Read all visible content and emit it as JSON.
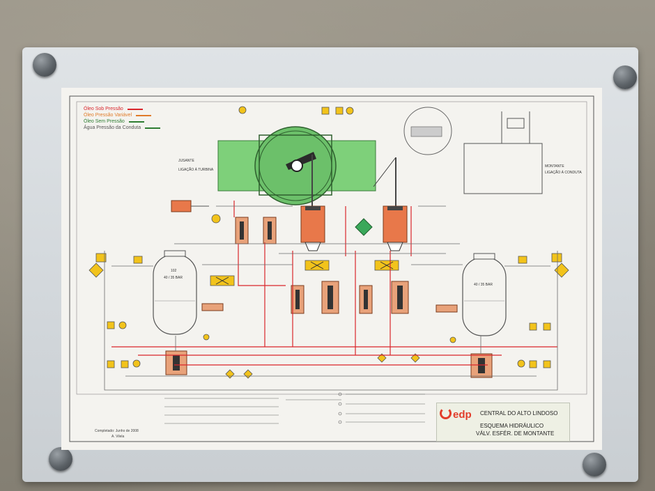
{
  "legend": [
    {
      "label": "Óleo Sob Pressão",
      "color": "#d9262b"
    },
    {
      "label": "Óleo Pressão Variável",
      "color": "#e07b2a"
    },
    {
      "label": "Óleo Sem Pressão",
      "color": "#2e7d32"
    },
    {
      "label": "Água Pressão da Conduta",
      "color": "#2e7d32"
    }
  ],
  "pipe_labels": {
    "jusante": "JUSANTE",
    "ligacao_aturbina": "LIGAÇÃO À TURBINA",
    "montante": "MONTANTE",
    "ligacao_conduta": "LIGAÇÃO À CONDUTA"
  },
  "tanks": [
    {
      "id": "102",
      "spec": "40 / 35 BAR"
    },
    {
      "id": "",
      "spec": "40 / 35 BAR"
    }
  ],
  "title_block": {
    "brand": "edp",
    "plant": "CENTRAL DO ALTO LINDOSO",
    "line1": "ESQUEMA HIDRÁULICO",
    "line2": "VÁLV. ESFÉR. DE MONTANTE"
  },
  "bottom_notes": {
    "completed": "Completado: Junho de 2008",
    "author": "A. Vilela"
  },
  "colors": {
    "pipe_green": "#7ed07a",
    "pressure_red": "#d9262b",
    "variable_orange": "#e07b2a",
    "signal_yellow": "#f2c31b",
    "cylinder_orange": "#e8784a"
  }
}
